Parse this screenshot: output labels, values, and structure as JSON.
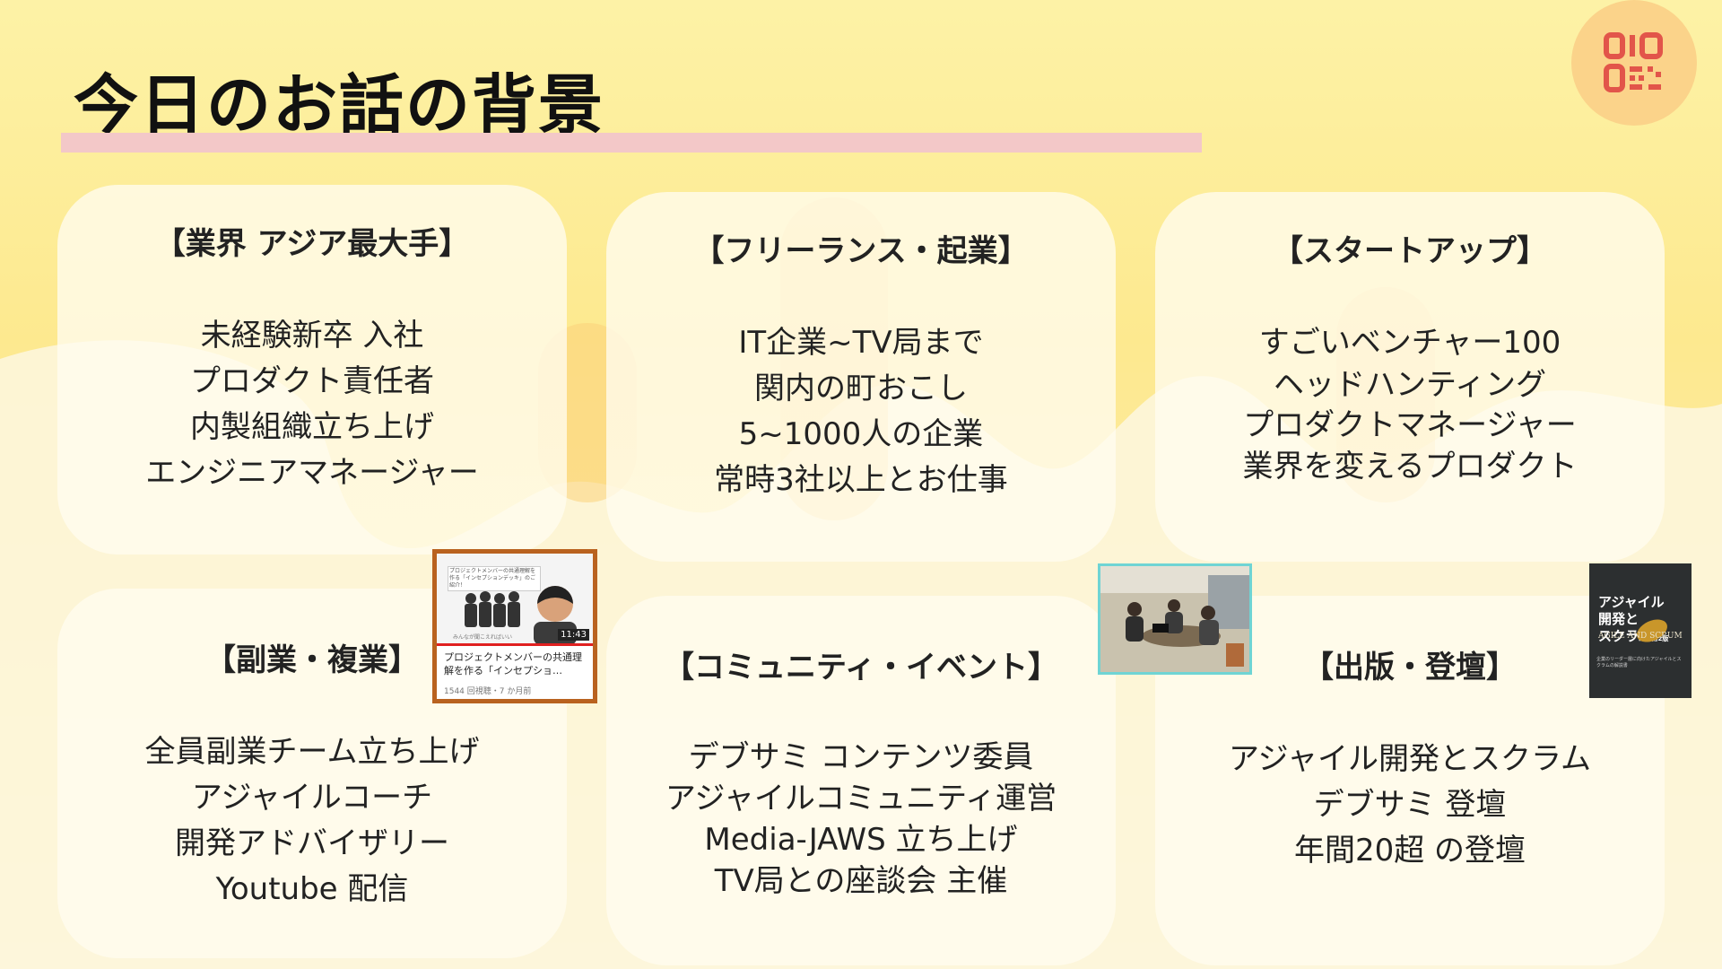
{
  "slide": {
    "title": "今日のお話の背景",
    "accent_color": "#f3c8c8",
    "logo_icon": "qr-o-logo-icon"
  },
  "cards": [
    {
      "id": "industry",
      "title": "【業界 アジア最大手】",
      "lines": [
        "未経験新卒 入社",
        "プロダクト責任者",
        "内製組織立ち上げ",
        "エンジニアマネージャー"
      ]
    },
    {
      "id": "freelance",
      "title": "【フリーランス・起業】",
      "lines": [
        "IT企業~TV局まで",
        "関内の町おこし",
        "5~1000人の企業",
        "常時3社以上とお仕事"
      ]
    },
    {
      "id": "startup",
      "title": "【スタートアップ】",
      "lines": [
        "すごいベンチャー100",
        "ヘッドハンティング",
        "プロダクトマネージャー",
        "業界を変えるプロダクト"
      ]
    },
    {
      "id": "sidejob",
      "title": "【副業・複業】",
      "lines": [
        "全員副業チーム立ち上げ",
        "アジャイルコーチ",
        "開発アドバイザリー",
        "Youtube 配信"
      ]
    },
    {
      "id": "community",
      "title": "【コミュニティ・イベント】",
      "lines": [
        "デブサミ コンテンツ委員",
        "アジャイルコミュニティ運営",
        "Media-JAWS 立ち上げ",
        "TV局との座談会 主催"
      ]
    },
    {
      "id": "publishing",
      "title": "【出版・登壇】",
      "lines": [
        "アジャイル開発とスクラム",
        "デブサミ 登壇",
        "年間20超 の登壇"
      ]
    }
  ],
  "youtube_thumb": {
    "duration": "11:43",
    "title": "プロジェクトメンバーの共通理解を作る「インセプショ…",
    "meta": "1544 回視聴・7 か月前",
    "caption": "プロジェクトメンバーの共通理解を作る「インセプションデッキ」のご紹介！",
    "sub_caption": "みんなが聞こえればいい"
  },
  "book_thumb": {
    "title": "アジャイル開発とスクラム",
    "title_line1": "アジャイル",
    "title_line2": "開発と",
    "title_line3": "スクラム",
    "edition": "第2版",
    "english": "AGILE AND SCRUM",
    "footer": "企業のリーダー層に向けたアジャイルとスクラムの解説書"
  }
}
